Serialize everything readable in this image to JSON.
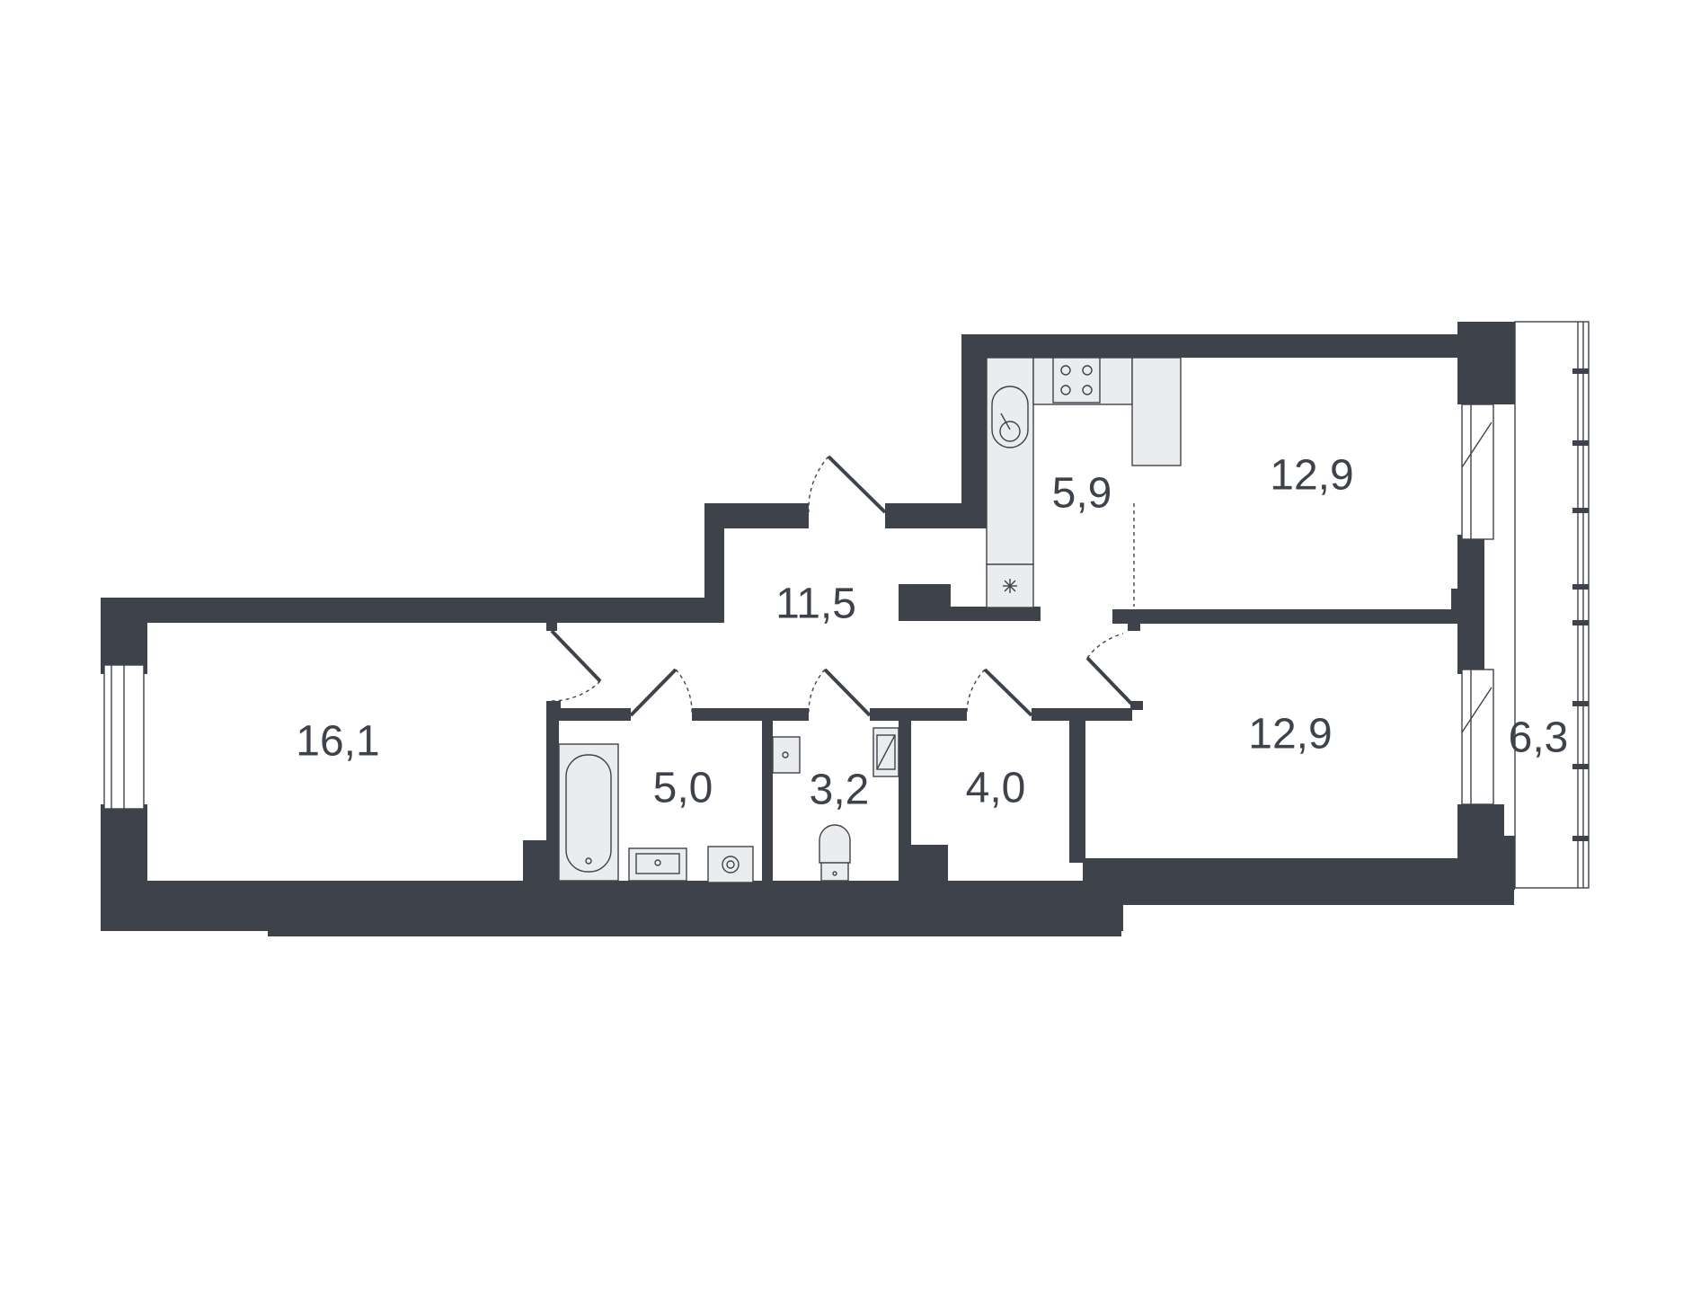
{
  "colors": {
    "wall": "#3e434b",
    "fixture": "#ebecee",
    "background": "#ffffff"
  },
  "rooms": [
    {
      "id": "living",
      "area": "16,1"
    },
    {
      "id": "hall",
      "area": "11,5"
    },
    {
      "id": "kitchen",
      "area": "5,9"
    },
    {
      "id": "bedroom-top",
      "area": "12,9"
    },
    {
      "id": "bedroom-bottom",
      "area": "12,9"
    },
    {
      "id": "bathroom",
      "area": "5,0"
    },
    {
      "id": "wc",
      "area": "3,2"
    },
    {
      "id": "storage",
      "area": "4,0"
    },
    {
      "id": "balcony",
      "area": "6,3"
    }
  ],
  "icons": [
    "kitchen-sink-icon",
    "stove-icon",
    "fan-icon",
    "bathtub-icon",
    "washbasin-icon",
    "washing-machine-icon",
    "toilet-icon",
    "water-heater-icon"
  ]
}
